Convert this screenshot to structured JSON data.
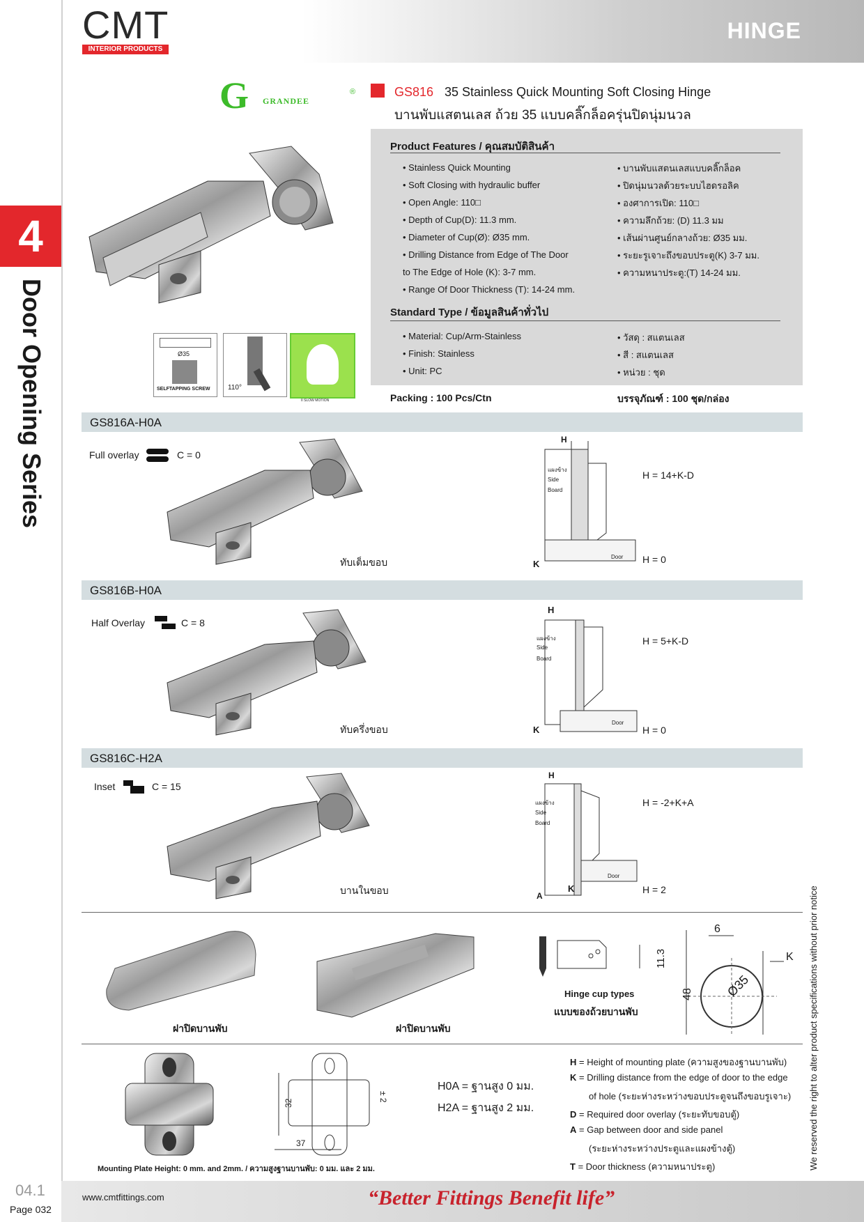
{
  "header": {
    "logo": "CMT",
    "logo_sub": "INTERIOR PRODUCTS",
    "category": "HINGE"
  },
  "tab": {
    "number": "4",
    "series": "Door Opening Series"
  },
  "side_note": "We reserved the right to alter product specifications without prior notice",
  "brand": {
    "letter": "G",
    "name": "GRANDEE",
    "reg": "®"
  },
  "product": {
    "code": "GS816",
    "title_en": "35 Stainless Quick Mounting Soft Closing Hinge",
    "title_th": "บานพับแสตนเลส ถ้วย 35 แบบคลิ๊กล็อครุ่นปิดนุ่มนวล"
  },
  "icons": {
    "cup_label": "Ø35",
    "screw_label": "SELFTAPPING SCREW",
    "angle_label": "110°",
    "motion_label": "II SLOW MOTION"
  },
  "features": {
    "heading": "Product Features / คุณสมบัติสินค้า",
    "en": [
      "• Stainless Quick Mounting",
      "• Soft Closing with hydraulic buffer",
      "• Open Angle:   110□",
      "• Depth of Cup(D):  11.3 mm.",
      "• Diameter of Cup(Ø): Ø35 mm.",
      "• Drilling Distance from Edge of The Door",
      "  to The Edge of Hole (K): 3-7 mm.",
      "• Range Of Door Thickness (T):  14-24 mm."
    ],
    "th": [
      "• บานพับแสตนเลสแบบคลิ๊กล็อค",
      "• ปิดนุ่มนวลด้วยระบบไฮดรอลิค",
      "• องศาการเปิด:  110□",
      "• ความลึกถ้วย: (D) 11.3 มม",
      "• เส้นผ่านศูนย์กลางถ้วย: Ø35 มม.",
      "• ระยะรูเจาะถึงขอบประตู(K)  3-7 มม.",
      "• ความหนาประตู:(T)   14-24 มม."
    ]
  },
  "standard": {
    "heading": "Standard Type / ข้อมูลสินค้าทั่วไป",
    "en": [
      "• Material: Cup/Arm-Stainless",
      "• Finish:   Stainless",
      "• Unit:  PC"
    ],
    "th": [
      "• วัสดุ : สแตนเลส",
      "• สี : สแตนเลส",
      "• หน่วย : ชุด"
    ]
  },
  "packing": {
    "en": "Packing : 100 Pcs/Ctn",
    "th": "บรรจุภัณฑ์ : 100 ชุด/กล่อง"
  },
  "variants": [
    {
      "code": "GS816A-H0A",
      "overlay": "Full overlay",
      "c": "C = 0",
      "th": "ทับเต็มขอบ",
      "f1": "H = 14+K-D",
      "f2": "H = 0",
      "side_th": "แผงข้าง",
      "side": "Side",
      "board": "Board",
      "door": "Door",
      "h": "H",
      "k": "K",
      "a": ""
    },
    {
      "code": "GS816B-H0A",
      "overlay": "Half Overlay",
      "c": "C = 8",
      "th": "ทับครึ่งขอบ",
      "f1": "H = 5+K-D",
      "f2": "H = 0",
      "side_th": "แผงข้าง",
      "side": "Side",
      "board": "Board",
      "door": "Door",
      "h": "H",
      "k": "K",
      "a": ""
    },
    {
      "code": "GS816C-H2A",
      "overlay": "Inset",
      "c": "C = 15",
      "th": "บานในขอบ",
      "f1": "H = -2+K+A",
      "f2": "H = 2",
      "side_th": "แผงข้าง",
      "side": "Side",
      "board": "Board",
      "door": "Door",
      "h": "H",
      "k": "K",
      "a": "A"
    }
  ],
  "accessories": {
    "cap1": "ฝาปิดบานพับ",
    "cap2": "ฝาปิดบานพับ",
    "cup_types_en": "Hinge cup types",
    "cup_types_th": "แบบของถ้วยบานพับ",
    "dim_6": "6",
    "dim_k": "K",
    "dim_11_3": "11.3",
    "dim_48": "48",
    "dim_35": "Ø35"
  },
  "mounting": {
    "dim_32": "32",
    "dim_37": "37",
    "dim_2": "± 2",
    "h0a": "H0A = ฐานสูง 0 มม.",
    "h2a": "H2A = ฐานสูง 2 มม.",
    "caption": "Mounting Plate Height: 0 mm. and 2mm.  / ความสูงฐานบานพับ: 0 มม. และ 2 มม."
  },
  "legend": [
    {
      "k": "H",
      "t": " = Height of mounting plate (ความสูงของฐานบานพับ)"
    },
    {
      "k": "K",
      "t": " = Drilling distance from the edge of door to the edge"
    },
    {
      "k": "",
      "t": "of hole (ระยะห่างระหว่างขอบประตูจนถึงขอบรูเจาะ)"
    },
    {
      "k": "D",
      "t": " = Required door overlay (ระยะทับขอบตู้)"
    },
    {
      "k": "A",
      "t": " = Gap between door and side panel"
    },
    {
      "k": "",
      "t": "(ระยะห่างระหว่างประตูและแผงข้างตู้)"
    },
    {
      "k": "T",
      "t": " = Door thickness (ความหนาประตู)"
    }
  ],
  "footer": {
    "url": "www.cmtfittings.com",
    "slogan": "“Better Fittings Benefit life”",
    "page_ref": "04.1",
    "page": "Page 032"
  }
}
